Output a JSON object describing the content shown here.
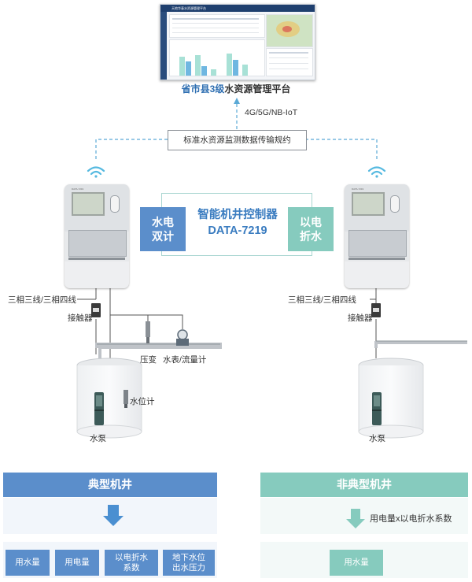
{
  "platform": {
    "screen_title": "天地华泰水资源管理平台",
    "caption_highlight": "省市县3级",
    "caption_rest": "水资源管理平台"
  },
  "network": {
    "protocol": "4G/5G/NB-IoT",
    "spec": "标准水资源监测数据传输规约"
  },
  "controller": {
    "name_line1": "智能机井控制器",
    "name_line2": "DATA-7219",
    "left_mode": [
      "水电",
      "双计"
    ],
    "right_mode": [
      "以电",
      "折水"
    ]
  },
  "labels": {
    "left_power": "三相三线/三相四线",
    "right_power": "三相三线/三相四线",
    "left_contactor": "接触器",
    "right_contactor": "接触器",
    "pressure": "压变",
    "flow_meter": "水表/流量计",
    "level_meter": "水位计",
    "left_pump": "水泵",
    "right_pump": "水泵"
  },
  "typical": {
    "title": "典型机井",
    "outputs": [
      "用水量",
      "用电量",
      "以电折水\n系数",
      "地下水位\n出水压力"
    ]
  },
  "non_typical": {
    "title": "非典型机井",
    "formula": "用电量x以电折水系数",
    "outputs": [
      "用水量"
    ]
  },
  "colors": {
    "blue": "#5b8ecb",
    "teal": "#86cbbe",
    "dashed_line": "#5aa9d6",
    "arrow": "#4a8fd1"
  }
}
